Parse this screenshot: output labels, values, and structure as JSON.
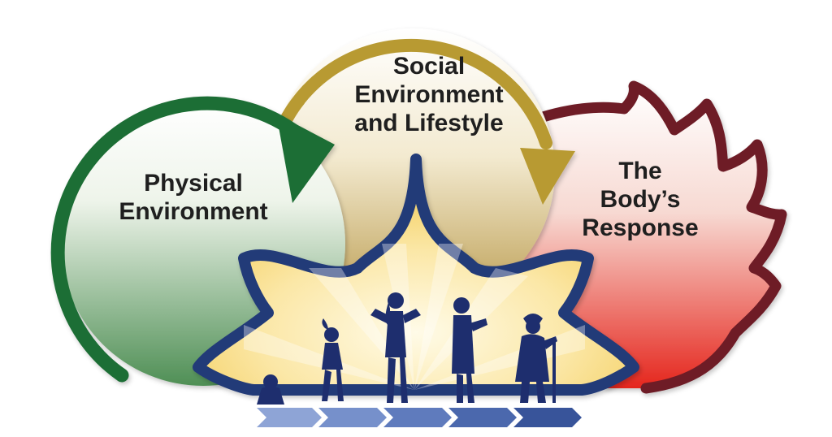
{
  "labels": {
    "physical": [
      "Physical",
      "Environment"
    ],
    "social": [
      "Social",
      "Environment",
      "and Lifestyle"
    ],
    "body": [
      "The",
      "Body’s",
      "Response"
    ]
  },
  "colors": {
    "physical_arrow": "#1f6e35",
    "physical_fill": "#5d9b5f",
    "social_arrow": "#b89a33",
    "social_fill": "#c9b36a",
    "body_outline": "#6e1c27",
    "body_fill": "#e6372c",
    "figure_outline": "#233a78",
    "figure_glow": "#f7d56a",
    "silhouette": "#1e2e6e",
    "timeline_chevron": "#4b68ad"
  },
  "figures": [
    "baby-silhouette",
    "girl-silhouette",
    "woman-silhouette",
    "adult-woman-silhouette",
    "elderly-woman-silhouette"
  ],
  "timeline_steps": 5
}
